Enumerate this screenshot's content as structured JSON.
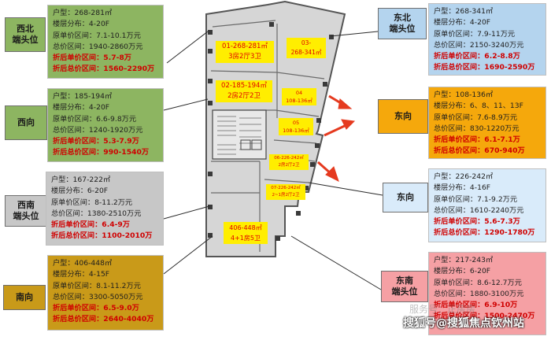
{
  "colors": {
    "green": "#8db561",
    "gray": "#c7c7c7",
    "olive": "#c99a19",
    "blue": "#b4d4ee",
    "orange": "#f5a80c",
    "lightblue": "#d9ebfa",
    "pink": "#f5a0a4",
    "unit_yellow": "#ffee00",
    "unit_text_red": "#e00000",
    "arrow_red": "#e53a1f"
  },
  "tags": {
    "nw": [
      "西北",
      "端头位"
    ],
    "w": [
      "西向"
    ],
    "sw": [
      "西南",
      "端头位"
    ],
    "s": [
      "南向"
    ],
    "ne": [
      "东北",
      "端头位"
    ],
    "e1": [
      "东向"
    ],
    "e2": [
      "东向"
    ],
    "se": [
      "东南",
      "端头位"
    ]
  },
  "cards": {
    "nw": [
      "户型：268-281㎡",
      "楼层分布：4-20F",
      "原单价区间：7.1-10.1万元",
      "总价区间：1940-2860万元",
      "折后单价区间：5.7-8万",
      "折后总价区间：1560–2290万"
    ],
    "w": [
      "户型：185-194㎡",
      "楼层分布：4-20F",
      "原单价区间：6.6-9.8万元",
      "总价区间：1240-1920万元",
      "折后单价区间：5.3-7.9万",
      "折后总价区间：990-1540万"
    ],
    "sw": [
      "户型：167-222㎡",
      "楼层分布：6-20F",
      "原单价区间：8-11.2万元",
      "总价区间：1380-2510万元",
      "折后单价区间：6.4-9万",
      "折后总价区间：1100-2010万"
    ],
    "s": [
      "户型：406-448㎡",
      "楼层分布：4-15F",
      "原单价区间：8.1-11.2万元",
      "总价区间：3300-5050万元",
      "折后单价区间：6.5-9.0万",
      "折后总价区间：2640-4040万"
    ],
    "ne": [
      "户型：268-341㎡",
      "楼层分布：4-20F",
      "原单价区间：7.9-11万元",
      "总价区间：2150-3240万元",
      "折后单价区间：6.2-8.8万",
      "折后总价区间：1690-2590万"
    ],
    "e1": [
      "户型：108-136㎡",
      "楼层分布：6、8、11、13F",
      "原单价区间：7.6-8.9万元",
      "总价区间：830-1220万元",
      "折后单价区间：6.1-7.1万",
      "折后总价区间：670-940万"
    ],
    "e2": [
      "户型：226-242㎡",
      "楼层分布：4-16F",
      "原单价区间：7.1-9.2万元",
      "总价区间：1610-2240万元",
      "折后单价区间：5.6-7.3万",
      "折后总价区间：1290-1780万"
    ],
    "se": [
      "户型：217-243㎡",
      "楼层分布：6-20F",
      "原单价区间：8.6-12.7万元",
      "总价区间：1880-3100万元",
      "折后单价区间：6.9-10万",
      "折后总价区间：1500-2470万"
    ]
  },
  "units": {
    "u01": [
      "01-268-281㎡",
      "3房2厅3卫"
    ],
    "u02": [
      "02-185-194㎡",
      "2房2厅2卫"
    ],
    "u03": [
      "03-",
      "268-341㎡"
    ],
    "u04": [
      "04",
      "108-136㎡"
    ],
    "u05": [
      "05",
      "108-136㎡"
    ],
    "u06": [
      "06-226-242㎡",
      "2房2厅2卫"
    ],
    "u07": [
      "07-226-242㎡",
      "2~1房2厅2卫"
    ],
    "u08": [
      "406-448㎡",
      "4+1房5卫"
    ]
  },
  "watermark": {
    "faint": "服务号：正房房",
    "main": "搜狐号@搜狐焦点钦州站"
  }
}
